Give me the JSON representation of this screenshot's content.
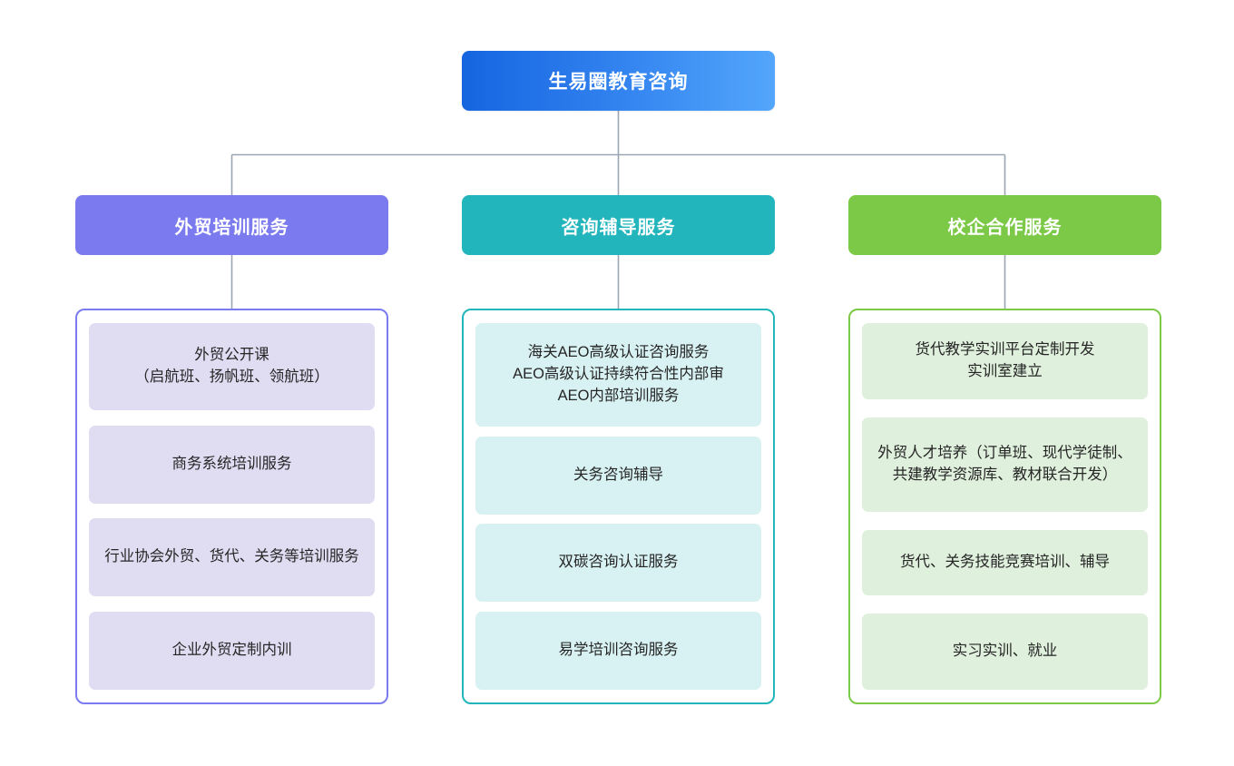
{
  "diagram": {
    "type": "organization-tree",
    "orientation": "top-down",
    "root": {
      "label": "生易圈教育咨询",
      "color_start": "#1565e0",
      "color_end": "#53a6fb",
      "text_color": "#ffffff"
    },
    "connector_color": "#9aa6b2",
    "background": "#ffffff",
    "branches": [
      {
        "label": "外贸培训服务",
        "header_color": "#7b7bef",
        "border_color": "#7b7bef",
        "card_color": "#e0ddf3",
        "items": [
          "外贸公开课\n（启航班、扬帆班、领航班）",
          "商务系统培训服务",
          "行业协会外贸、货代、关务等培训服务",
          "企业外贸定制内训"
        ]
      },
      {
        "label": "咨询辅导服务",
        "header_color": "#22b5bb",
        "border_color": "#22b5bb",
        "card_color": "#d8f1f2",
        "items": [
          "海关AEO高级认证咨询服务\nAEO高级认证持续符合性内部审\nAEO内部培训服务",
          "关务咨询辅导",
          "双碳咨询认证服务",
          "易学培训咨询服务"
        ]
      },
      {
        "label": "校企合作服务",
        "header_color": "#7cc948",
        "border_color": "#7cc948",
        "card_color": "#dff0dc",
        "items": [
          "货代教学实训平台定制开发\n实训室建立",
          "外贸人才培养（订单班、现代学徒制、共建教学资源库、教材联合开发）",
          "货代、关务技能竞赛培训、辅导",
          "实习实训、就业"
        ]
      }
    ]
  }
}
